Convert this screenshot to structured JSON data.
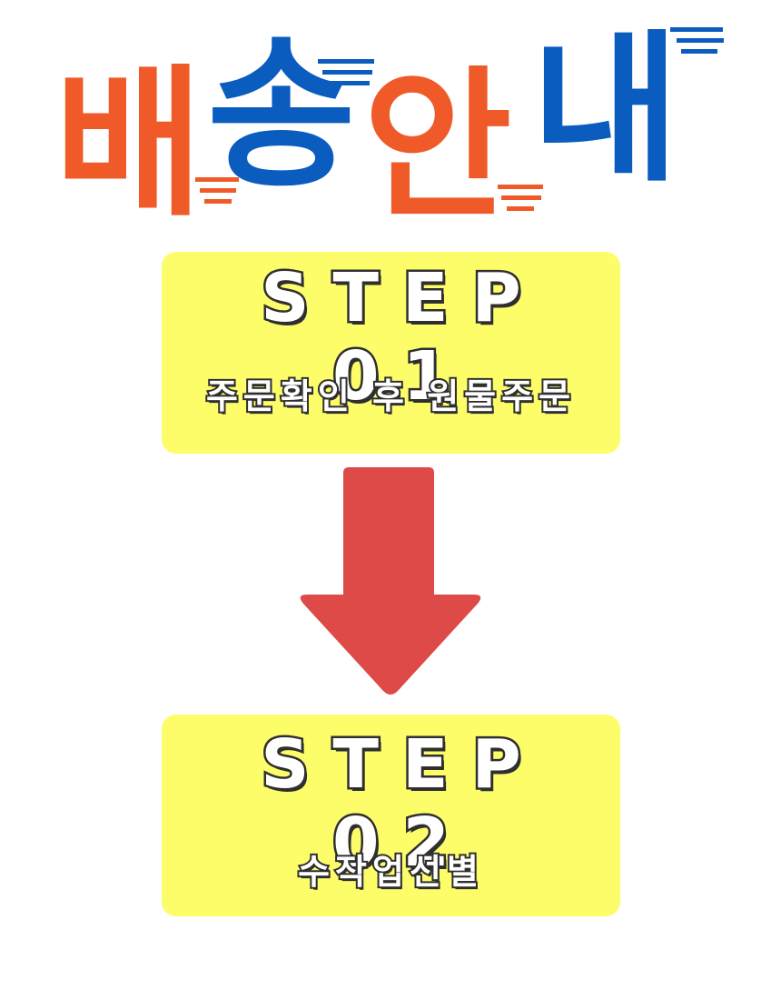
{
  "title": {
    "chars": [
      "배",
      "송",
      "안",
      "내"
    ],
    "colors": [
      "#f05a28",
      "#0a5cbf",
      "#f05a28",
      "#0a5cbf"
    ]
  },
  "steps": [
    {
      "label": "STEP 01",
      "description": "주문확인 후 원물주문"
    },
    {
      "label": "STEP 02",
      "description": "수작업선별"
    }
  ],
  "arrow": {
    "icon": "arrow-down-icon",
    "color": "#dd4a47"
  },
  "box_color": "#fdfd6a"
}
